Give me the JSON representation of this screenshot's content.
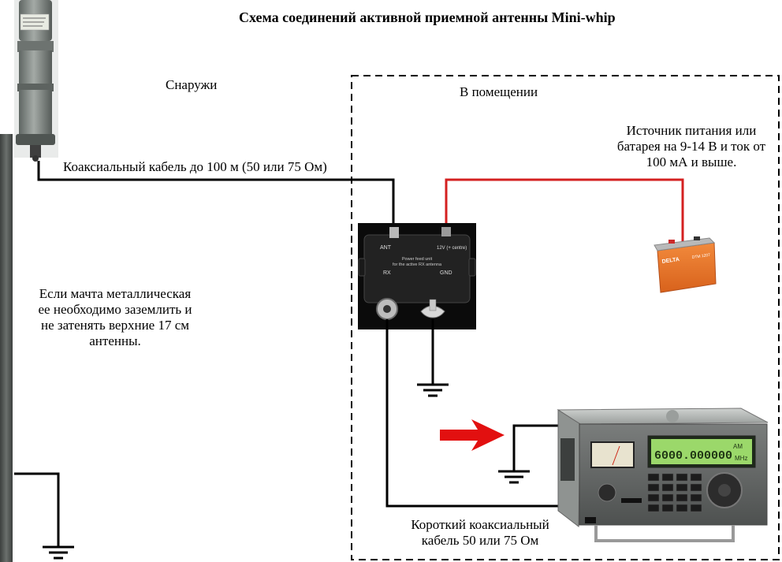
{
  "title": "Схема соединений активной приемной антенны Mini-whip",
  "labels": {
    "outside": "Снаружи",
    "indoor": "В помещении",
    "coax_long": "Коаксиальный кабель до 100 м (50 или 75 Ом)",
    "power_lines": [
      "Источник питания или",
      "батарея на 9-14 В и ток от",
      "100 мА и выше."
    ],
    "mast_note_lines": [
      "Если мачта металлическая",
      "ее необходимо заземлить и",
      "не затенять верхние 17 см",
      "антенны."
    ],
    "coax_short_lines": [
      "Короткий коаксиальный",
      "кабель 50 или 75 Ом"
    ]
  },
  "feed_unit": {
    "ant_label": "ANT",
    "power_label": "12V (+ centre)",
    "rx_label": "RX",
    "gnd_label": "GND",
    "desc_lines": [
      "Power feed unit",
      "for the active RX antenna"
    ]
  },
  "battery": {
    "brand": "DELTA",
    "model": "DTM 1207"
  },
  "receiver": {
    "frequency": "6000.000000",
    "mode": "AM",
    "unit": "MHz"
  },
  "colors": {
    "power_wire": "#d42020",
    "arrow": "#e21010",
    "lcd": "#9bd86a",
    "battery": "#e8742a",
    "antenna": "#8a908c",
    "mast": "#5a5e5c"
  },
  "icons": {
    "antenna": "mini-whip-antenna",
    "battery": "battery-icon",
    "receiver": "radio-receiver-icon",
    "ground": "ground-symbol-icon",
    "arrow": "red-arrow-icon"
  }
}
